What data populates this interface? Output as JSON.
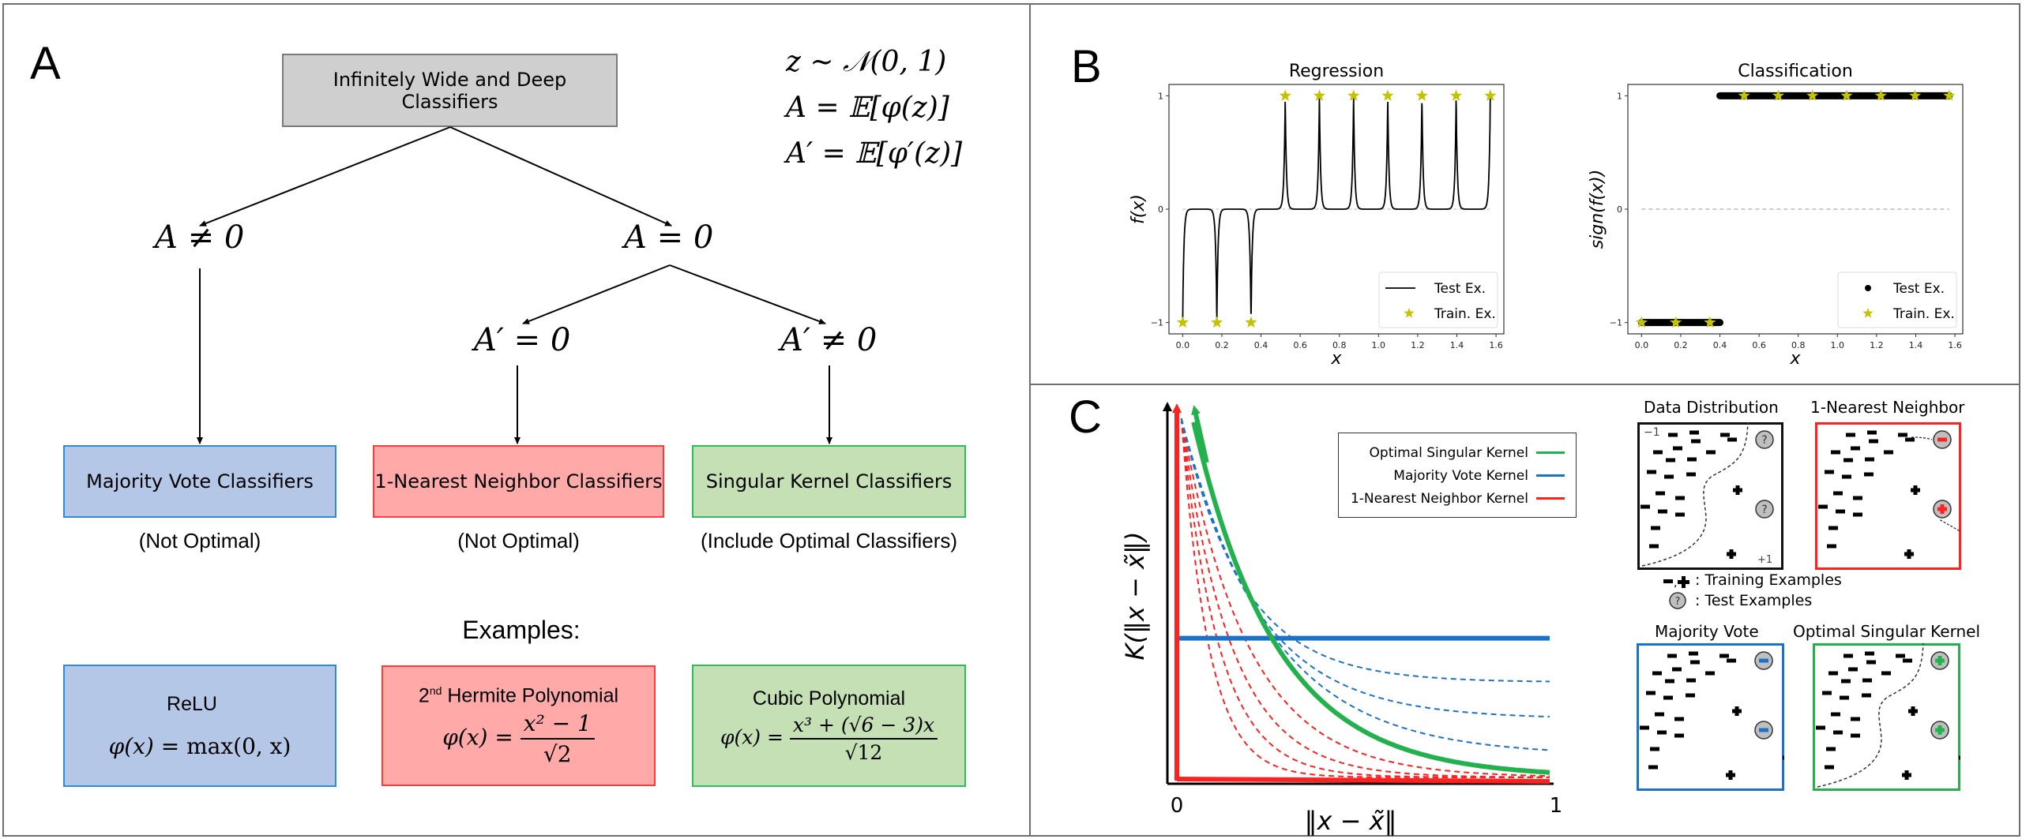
{
  "panel_a": {
    "letter": "A",
    "root": "Infinitely Wide and Deep Classifiers",
    "definitions": [
      "z ~ 𝒩(0, 1)",
      "A = 𝔼[φ(z)]",
      "A′ = 𝔼[φ′(z)]"
    ],
    "nodes": {
      "a_neq_0": "A ≠ 0",
      "a_eq_0": "A = 0",
      "ap_eq_0": "A′ = 0",
      "ap_neq_0": "A′ ≠ 0"
    },
    "classifiers": [
      {
        "label": "Majority Vote Classifiers",
        "note": "(Not Optimal)",
        "color": "blue"
      },
      {
        "label": "1-Nearest Neighbor Classifiers",
        "note": "(Not Optimal)",
        "color": "red"
      },
      {
        "label": "Singular Kernel Classifiers",
        "note": "(Include Optimal Classifiers)",
        "color": "green"
      }
    ],
    "examples_heading": "Examples:",
    "examples": [
      {
        "title": "ReLU",
        "formula_lhs": "φ(x) = ",
        "formula": "max(0, x)"
      },
      {
        "title_num": "2",
        "title_sup": "nd",
        "title": " Hermite Polynomial",
        "formula_lhs": "φ(x) = ",
        "numerator": "x² − 1",
        "denominator": "√2"
      },
      {
        "title": "Cubic Polynomial",
        "formula_lhs": "φ(x) = ",
        "numerator": "x³ + (√6 − 3)x",
        "denominator": "√12"
      }
    ],
    "colors": {
      "gray": "#d0cfd0",
      "blue": "#b4c7e7",
      "red": "#ffa9a9",
      "green": "#c5e0b4"
    }
  },
  "panel_b": {
    "letter": "B"
  },
  "panel_c": {
    "letter": "C",
    "legend": [
      {
        "label": "Optimal Singular Kernel",
        "color": "#22b14c"
      },
      {
        "label": "Majority Vote Kernel",
        "color": "#1a73c8"
      },
      {
        "label": "1-Nearest Neighbor Kernel",
        "color": "#ff2020"
      }
    ],
    "scatter_titles": [
      "Data Distribution",
      "1-Nearest Neighbor",
      "Majority Vote",
      "Optimal Singular Kernel"
    ],
    "region_labels": {
      "minus": "−1",
      "plus": "+1"
    },
    "key": {
      "training": ": Training Examples",
      "test": ": Test Examples",
      "test_glyph": "?"
    }
  },
  "chart_data": [
    {
      "type": "line",
      "title": "Regression",
      "xlabel": "x",
      "ylabel": "f(x)",
      "xlim": [
        -0.07,
        1.64
      ],
      "ylim": [
        -1.1,
        1.1
      ],
      "xticks": [
        "0.0",
        "0.2",
        "0.4",
        "0.6",
        "0.8",
        "1.0",
        "1.2",
        "1.4",
        "1.6"
      ],
      "yticks": [
        "−1",
        "0",
        "1"
      ],
      "legend": [
        "Test Ex.",
        "Train. Ex."
      ],
      "legend_position": "lower-right",
      "series": [
        {
          "name": "Train. Ex.",
          "marker": "star",
          "color": "#c3c300",
          "x": [
            0.0,
            0.1745,
            0.349,
            0.5236,
            0.6981,
            0.8727,
            1.0472,
            1.2217,
            1.3963,
            1.5708
          ],
          "y": [
            -1,
            -1,
            -1,
            1,
            1,
            1,
            1,
            1,
            1,
            1
          ]
        },
        {
          "name": "Test Ex.",
          "style": "line",
          "color": "#000000",
          "description": "f(x)=0 everywhere except narrow spikes reaching each training label at each training x"
        }
      ]
    },
    {
      "type": "scatter",
      "title": "Classification",
      "xlabel": "x",
      "ylabel": "sign(f(x))",
      "xlim": [
        -0.07,
        1.64
      ],
      "ylim": [
        -1.1,
        1.1
      ],
      "xticks": [
        "0.0",
        "0.2",
        "0.4",
        "0.6",
        "0.8",
        "1.0",
        "1.2",
        "1.4",
        "1.6"
      ],
      "yticks": [
        "−1",
        "0",
        "1"
      ],
      "legend": [
        "Test Ex.",
        "Train. Ex."
      ],
      "legend_position": "lower-right",
      "reference_line_y": 0,
      "series": [
        {
          "name": "Test Ex.",
          "marker": "dot",
          "color": "#000000",
          "segments": [
            {
              "x_from": 0.0,
              "x_to": 0.4,
              "y": -1
            },
            {
              "x_from": 0.4,
              "x_to": 1.5708,
              "y": 1
            }
          ]
        },
        {
          "name": "Train. Ex.",
          "marker": "star",
          "color": "#c3c300",
          "x": [
            0.0,
            0.1745,
            0.349,
            0.5236,
            0.6981,
            0.8727,
            1.0472,
            1.2217,
            1.3963,
            1.5708
          ],
          "y": [
            -1,
            -1,
            -1,
            1,
            1,
            1,
            1,
            1,
            1,
            1
          ]
        }
      ]
    },
    {
      "type": "line",
      "title": "",
      "xlabel": "‖x − x̃‖",
      "ylabel": "K(‖x − x̃‖)",
      "xlim": [
        0,
        1
      ],
      "xticks": [
        "0",
        "1"
      ],
      "legend_position": "top-right",
      "series": [
        {
          "name": "Optimal Singular Kernel",
          "color": "#22b14c",
          "style": "solid-thick",
          "kind": "decay",
          "rate": 6.2
        },
        {
          "name": "Majority Vote Kernel",
          "color": "#1a73c8",
          "style": "solid-thick",
          "kind": "constant",
          "level": 0.38
        },
        {
          "name": "Majority Vote Kernel (approach)",
          "color": "#1a73c8",
          "style": "dashed",
          "kind": "decay-to",
          "levels": [
            0.26,
            0.16,
            0.06
          ]
        },
        {
          "name": "1-Nearest Neighbor Kernel (approach)",
          "color": "#ff2020",
          "style": "dashed",
          "kind": "decay",
          "rates": [
            9,
            12,
            16,
            22
          ]
        },
        {
          "name": "1-Nearest Neighbor Kernel",
          "color": "#ff2020",
          "style": "solid-thick",
          "kind": "spike-at-zero"
        }
      ]
    }
  ]
}
